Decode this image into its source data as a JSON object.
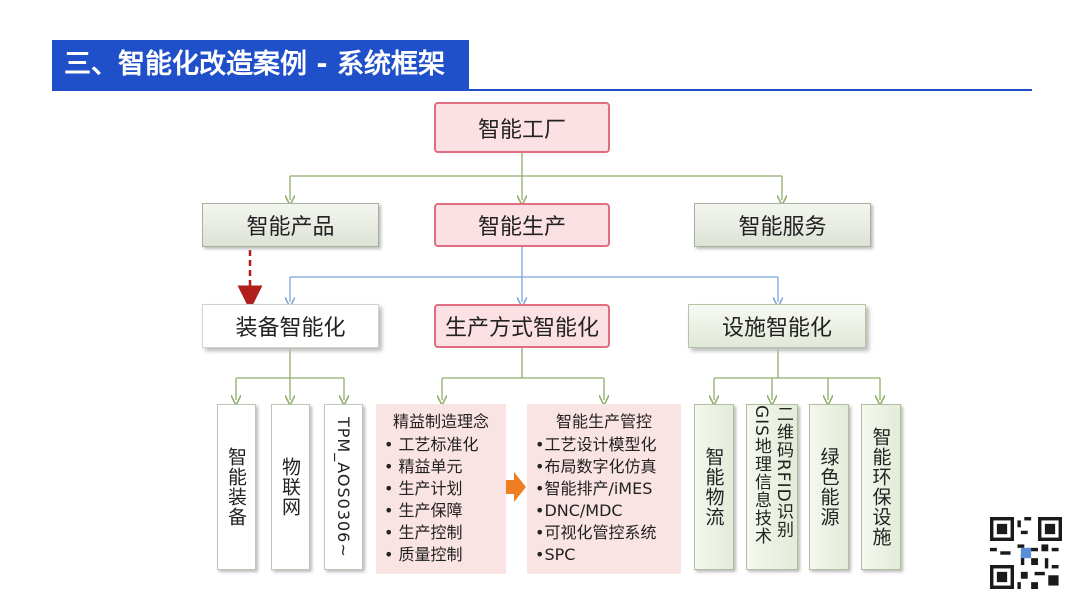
{
  "title": "三、智能化改造案例 - 系统框架",
  "root": "智能工厂",
  "level2": [
    "智能产品",
    "智能生产",
    "智能服务"
  ],
  "level3": [
    "装备智能化",
    "生产方式智能化",
    "设施智能化"
  ],
  "equipment": [
    "智能装备",
    "物联网",
    "TPM_AOS0306~"
  ],
  "lean": {
    "heading": "精益制造理念",
    "items": [
      "• 工艺标准化",
      "• 精益单元",
      "• 生产计划",
      "• 生产保障",
      "• 生产控制",
      "• 质量控制"
    ]
  },
  "control": {
    "heading": "智能生产管控",
    "items": [
      "•工艺设计模型化",
      "•布局数字化仿真",
      "•智能排产/iMES",
      "•DNC/MDC",
      "•可视化管控系统",
      "•SPC"
    ]
  },
  "facilities": [
    "智能物流",
    "二维码RFID识别GIS地理信息技术",
    "绿色能源",
    "智能环保设施"
  ],
  "colors": {
    "title_bg": "#1f4fc9",
    "pink_border": "#e06e80",
    "connector_green": "#8fae6a",
    "connector_blue": "#7aa7d6",
    "dashed_arrow": "#b01e1e",
    "arrow_orange": "#ef7d22"
  }
}
